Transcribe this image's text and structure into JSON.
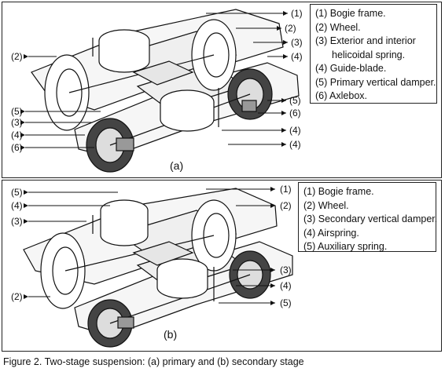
{
  "panel_a": {
    "label": "(a)",
    "legend": [
      "(1) Bogie frame.",
      "(2) Wheel.",
      "(3) Exterior and interior",
      "helicoidal spring.",
      "(4) Guide-blade.",
      "(5) Primary vertical damper.",
      "(6) Axlebox."
    ],
    "callouts": [
      "(1)",
      "(2)",
      "(3)",
      "(4)",
      "(5)",
      "(6)",
      "(4)",
      "(4)",
      "(2)",
      "(5)",
      "(3)",
      "(4)",
      "(6)"
    ]
  },
  "panel_b": {
    "label": "(b)",
    "legend": [
      "(1) Bogie frame.",
      "(2) Wheel.",
      "(3) Secondary vertical damper.",
      "(4) Airspring.",
      "(5) Auxiliary spring."
    ],
    "callouts": [
      "(1)",
      "(2)",
      "(5)",
      "(4)",
      "(3)",
      "(2)",
      "(3)",
      "(4)",
      "(5)"
    ]
  },
  "caption": "Figure 2. Two-stage suspension: (a) primary and (b) secondary stage"
}
